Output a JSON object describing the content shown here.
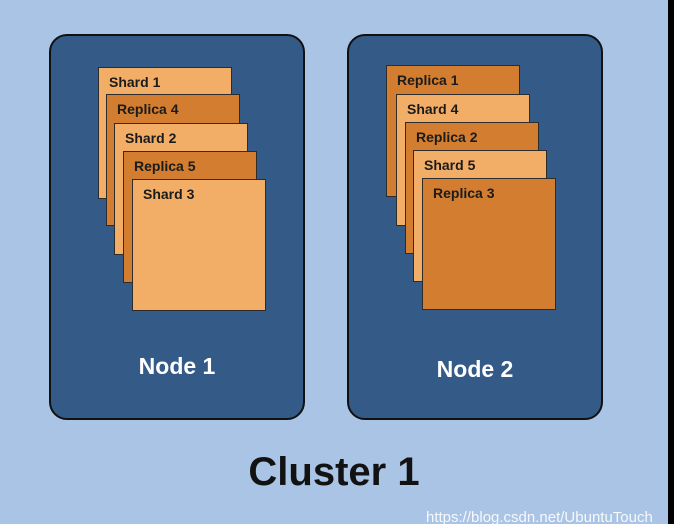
{
  "colors": {
    "cluster_background": "#a9c4e4",
    "node_fill": "#345a88",
    "shard_fill": "#f2ad67",
    "replica_fill": "#d27d2f"
  },
  "cluster": {
    "title": "Cluster 1"
  },
  "nodes": [
    {
      "label": "Node 1",
      "cards": [
        {
          "label": "Shard 1",
          "kind": "shard"
        },
        {
          "label": "Replica 4",
          "kind": "replica"
        },
        {
          "label": "Shard 2",
          "kind": "shard"
        },
        {
          "label": "Replica 5",
          "kind": "replica"
        },
        {
          "label": "Shard 3",
          "kind": "shard"
        }
      ]
    },
    {
      "label": "Node 2",
      "cards": [
        {
          "label": "Replica 1",
          "kind": "replica"
        },
        {
          "label": "Shard 4",
          "kind": "shard"
        },
        {
          "label": "Replica 2",
          "kind": "replica"
        },
        {
          "label": "Shard 5",
          "kind": "shard"
        },
        {
          "label": "Replica 3",
          "kind": "replica"
        }
      ]
    }
  ],
  "watermark": "https://blog.csdn.net/UbuntuTouch"
}
